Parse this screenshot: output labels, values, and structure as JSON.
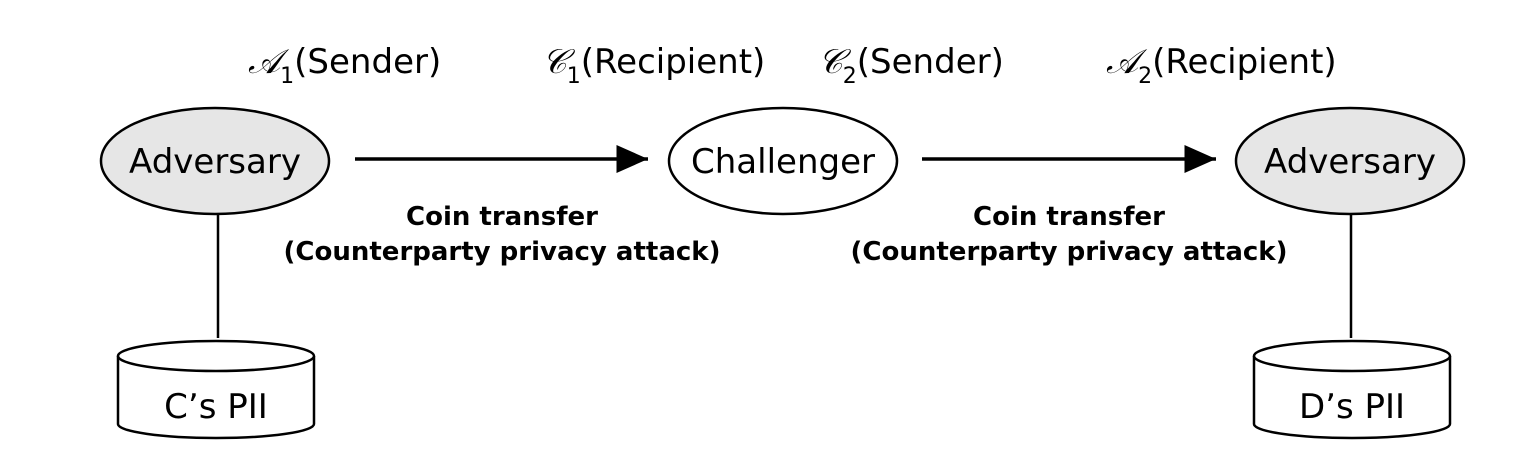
{
  "roles": [
    {
      "symbol": "𝒜",
      "subscript": "1",
      "label": "(Sender)"
    },
    {
      "symbol": "𝒞",
      "subscript": "1",
      "label": "(Recipient)"
    },
    {
      "symbol": "𝒞",
      "subscript": "2",
      "label": "(Sender)"
    },
    {
      "symbol": "𝒜",
      "subscript": "2",
      "label": "(Recipient)"
    }
  ],
  "nodes": {
    "left": {
      "label": "Adversary",
      "fill": "#e6e6e6"
    },
    "center": {
      "label": "Challenger",
      "fill": "#ffffff"
    },
    "right": {
      "label": "Adversary",
      "fill": "#e6e6e6"
    }
  },
  "edges": [
    {
      "line1": "Coin transfer",
      "line2": "(Counterparty privacy attack)"
    },
    {
      "line1": "Coin transfer",
      "line2": "(Counterparty privacy attack)"
    }
  ],
  "databases": {
    "left": {
      "label": "C’s PII"
    },
    "right": {
      "label": "D’s PII"
    }
  }
}
